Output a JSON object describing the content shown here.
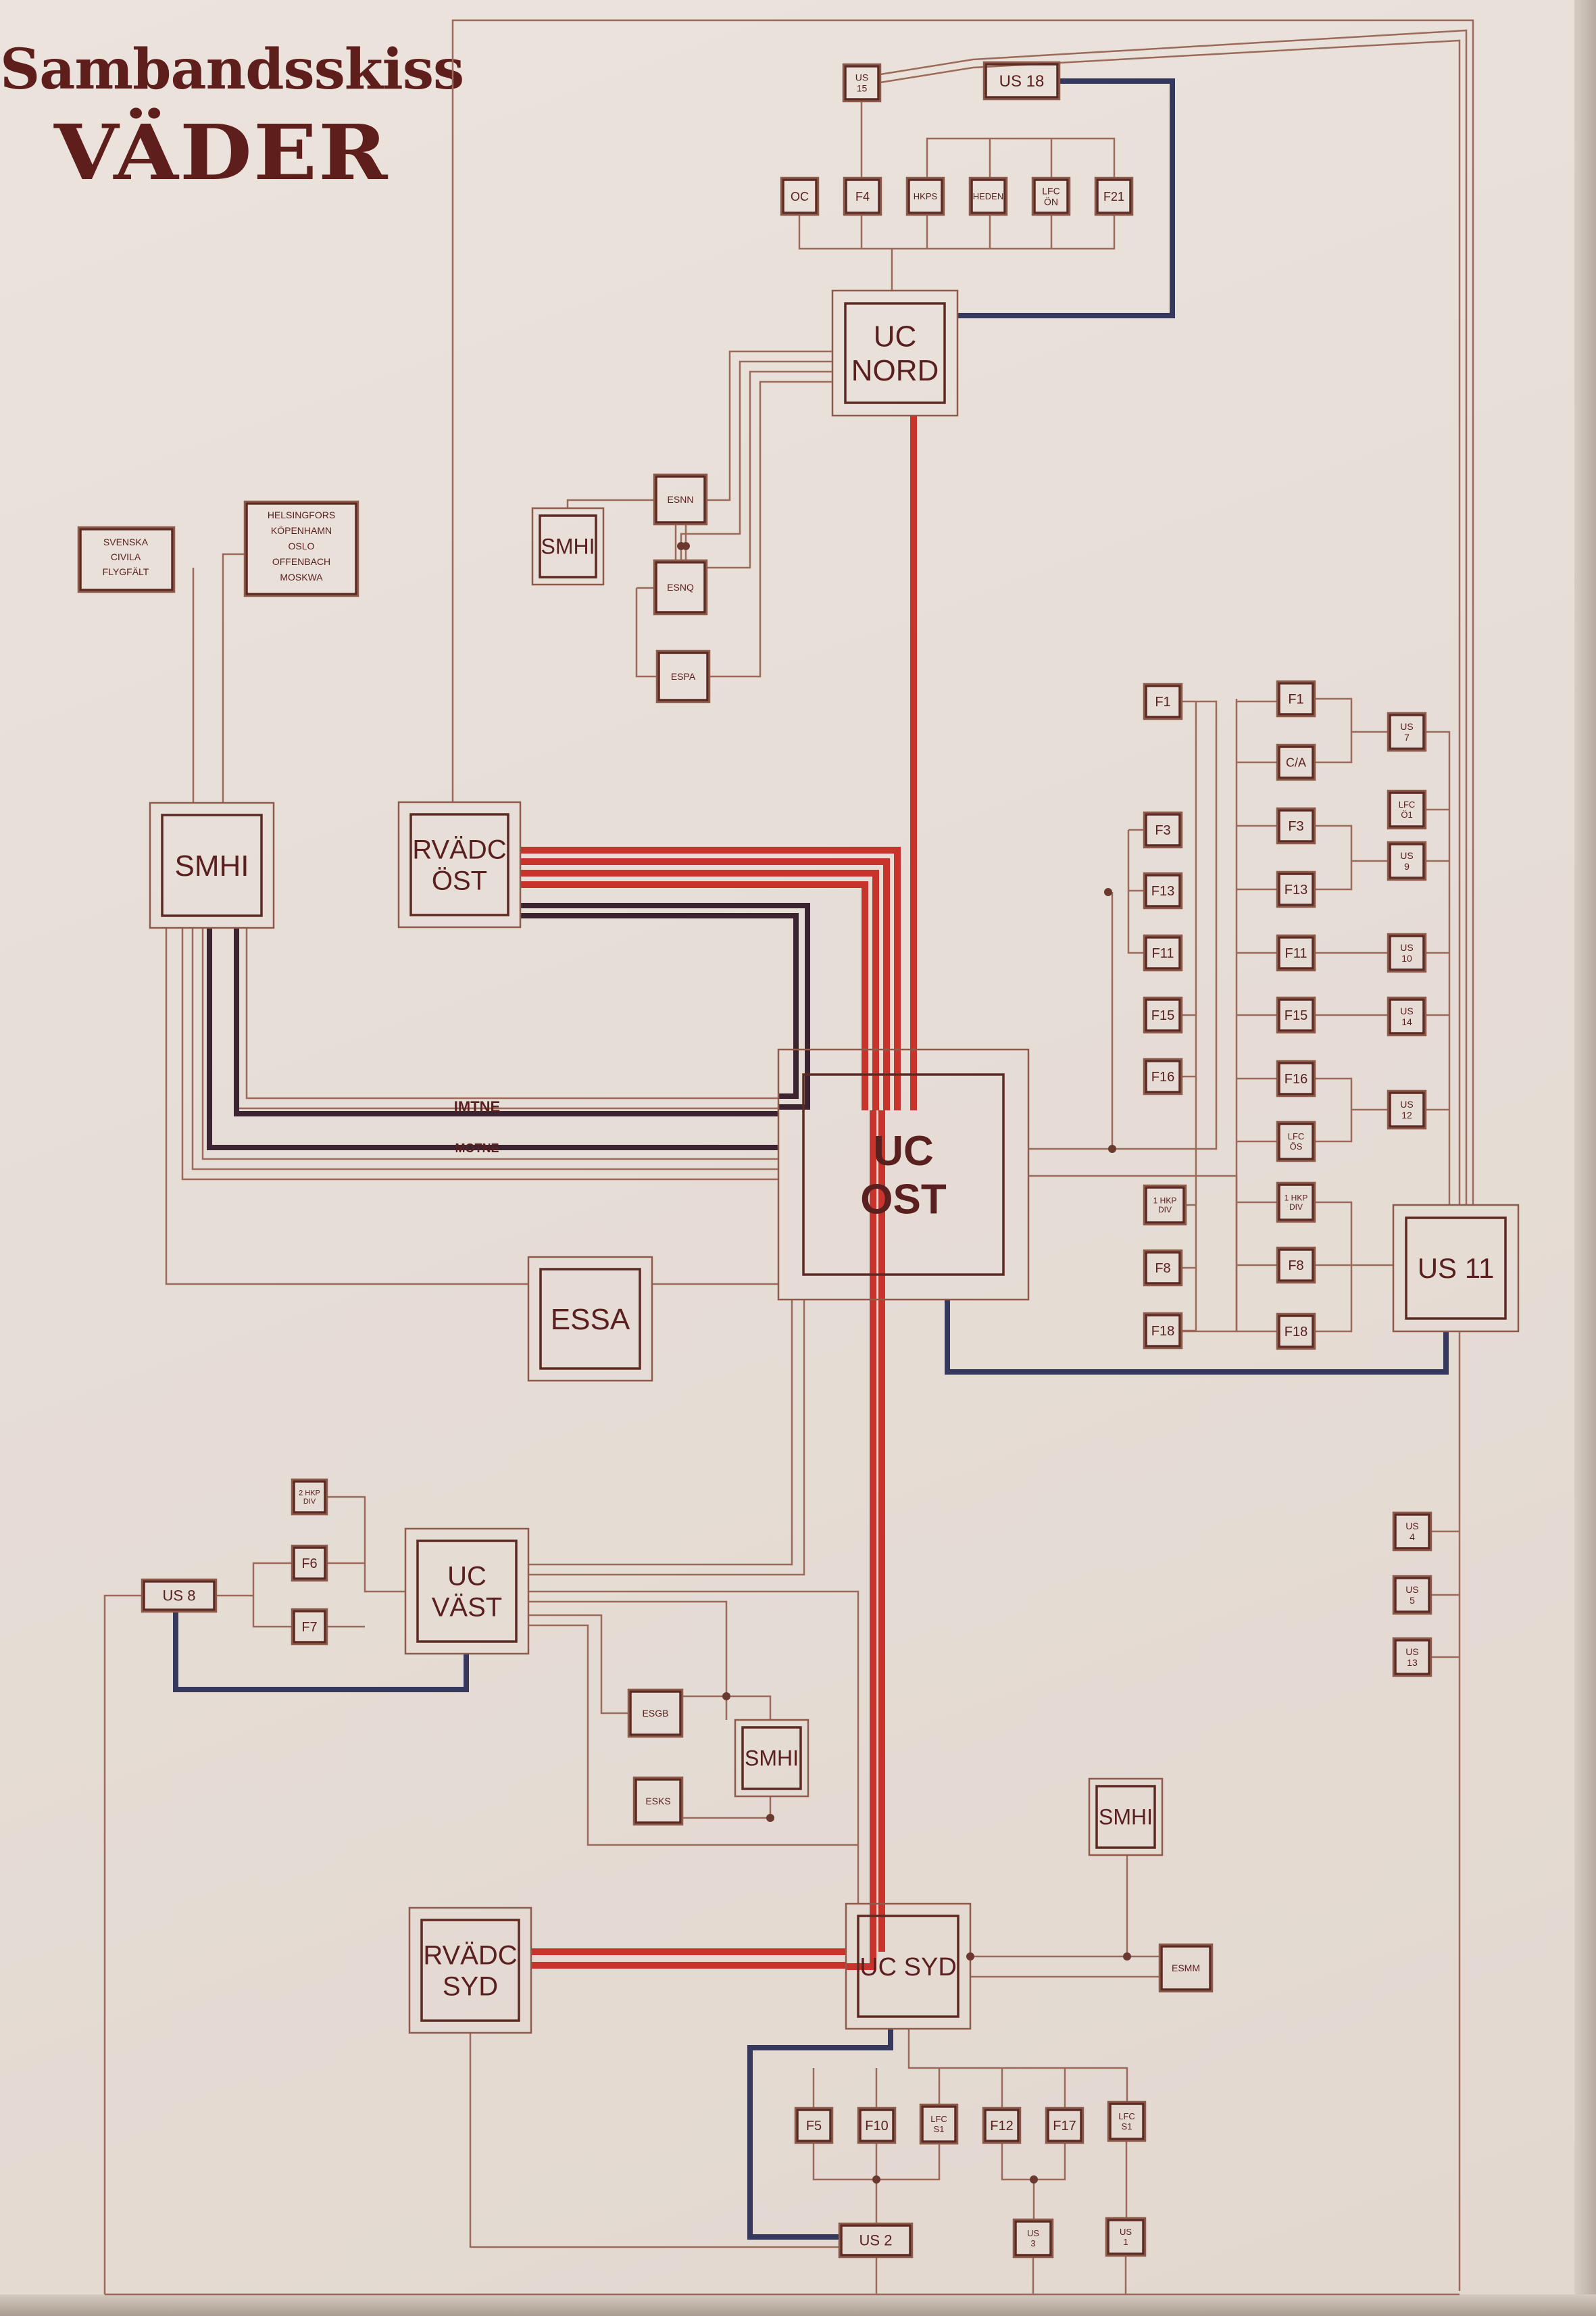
{
  "title": {
    "line1": "Sambandsskiss",
    "line2": "VÄDER"
  },
  "notes": {
    "domestic": [
      "SVENSKA",
      "CIVILA",
      "FLYGFÄLT"
    ],
    "foreign": [
      "HELSINGFORS",
      "KÖPENHAMN",
      "OSLO",
      "OFFENBACH",
      "MOSKWA"
    ]
  },
  "line_labels": {
    "imtne": "IMTNE",
    "motne": "MOTNE"
  },
  "nodes": {
    "uc_ost": "UC OST",
    "uc_nord": "UC NORD",
    "uc_vast": "UC VÄST",
    "uc_syd": "UC SYD",
    "rvadc_ost": "RVÄDC ÖST",
    "rvadc_syd": "RVÄDC SYD",
    "smhi_main": "SMHI",
    "smhi_nord": "SMHI",
    "smhi_vast": "SMHI",
    "smhi_syd": "SMHI",
    "essa": "ESSA",
    "us11": "US 11",
    "us15": "US 15",
    "us18": "US 18",
    "oc": "OC",
    "f4": "F4",
    "hkps": "HKPS",
    "heden": "HEDEN",
    "lfc_on": "LFC ÖN",
    "f21": "F21",
    "esnn": "ESNN",
    "esnq": "ESNQ",
    "espa": "ESPA",
    "l_f1": "F1",
    "l_f3": "F3",
    "l_f13": "F13",
    "l_f11": "F11",
    "l_f15": "F15",
    "l_f16": "F16",
    "l_1hkp": "1 HKP DIV",
    "l_f8": "F8",
    "l_f18": "F18",
    "r_f1": "F1",
    "r_ca": "C/A",
    "r_f3": "F3",
    "r_f13": "F13",
    "r_f11": "F11",
    "r_f15": "F15",
    "r_f16": "F16",
    "r_lfc_os": "LFC ÖS",
    "r_1hkp": "1 HKP DIV",
    "r_f8": "F8",
    "r_f18": "F18",
    "us7": "US 7",
    "lfc_o1": "LFC Ö1",
    "us9": "US 9",
    "us10": "US 10",
    "us14": "US 14",
    "us12": "US 12",
    "us4": "US 4",
    "us5": "US 5",
    "us13": "US 13",
    "hkp2": "2 HKP DIV",
    "f6": "F6",
    "f7": "F7",
    "us8": "US 8",
    "esgb": "ESGB",
    "esks": "ESKS",
    "esmm": "ESMM",
    "f5": "F5",
    "f10": "F10",
    "lfc_s1a": "LFC S1",
    "f12": "F12",
    "f17": "F17",
    "lfc_s1b": "LFC S1",
    "us2": "US 2",
    "us3": "US 3",
    "us1": "US 1"
  }
}
